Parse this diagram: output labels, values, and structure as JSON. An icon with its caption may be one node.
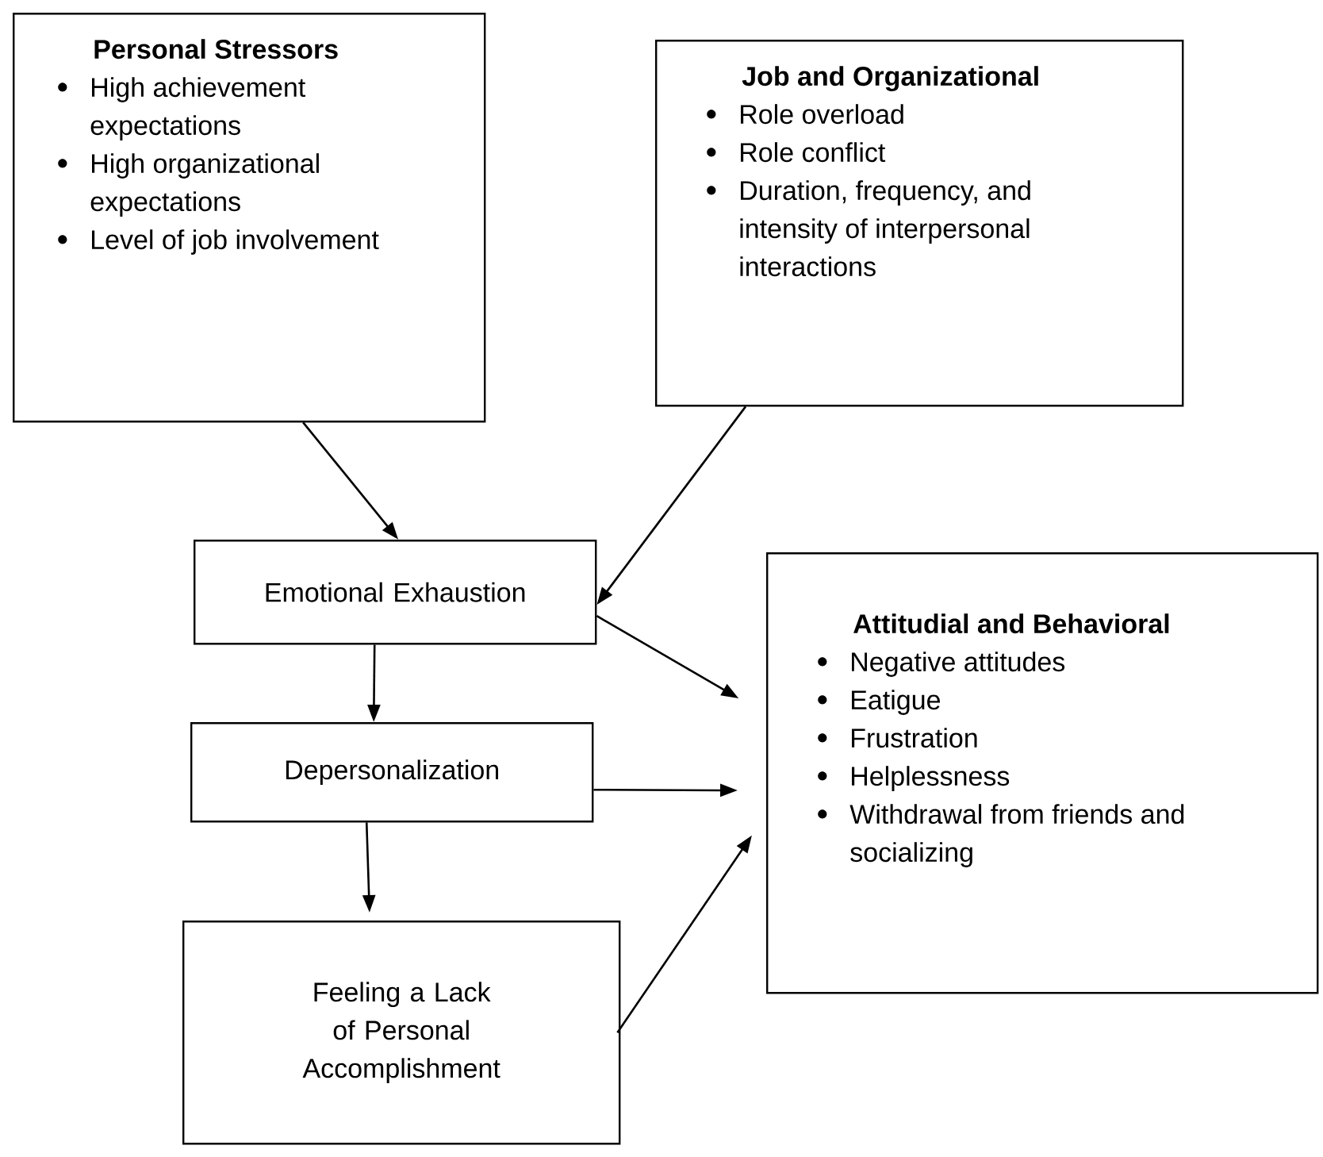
{
  "diagram": {
    "nodes": [
      {
        "text": [
          "Personal Stressors",
          "High achievement expectations",
          "High organizational expectations",
          "Level of job involvement"
        ]
      },
      {
        "text": [
          "Job and Organizational",
          "Role overload",
          "Role conflict",
          "Duration, frequency, and intensity of interpersonal interactions"
        ]
      },
      {
        "text": [
          "Emotional Exhaustion"
        ]
      },
      {
        "text": [
          "Depersonalization"
        ]
      },
      {
        "text": [
          "Feeling a Lack of Personal Accomplishment"
        ]
      },
      {
        "text": [
          "Attitudial and Behavioral",
          "Negative attitudes",
          "Eatigue",
          "Frustration",
          "Helplessness",
          "Withdrawal from friends and socializing"
        ]
      }
    ],
    "edges": [
      {
        "from": 0,
        "to": 2,
        "arrow": "to"
      },
      {
        "from": 1,
        "to": 2,
        "arrow": "to"
      },
      {
        "from": 2,
        "to": 3,
        "arrow": "to"
      },
      {
        "from": 3,
        "to": 4,
        "arrow": "to"
      },
      {
        "from": 2,
        "to": 5,
        "arrow": "to"
      },
      {
        "from": 3,
        "to": 5,
        "arrow": "to"
      },
      {
        "from": 4,
        "to": 5,
        "arrow": "to"
      }
    ]
  }
}
